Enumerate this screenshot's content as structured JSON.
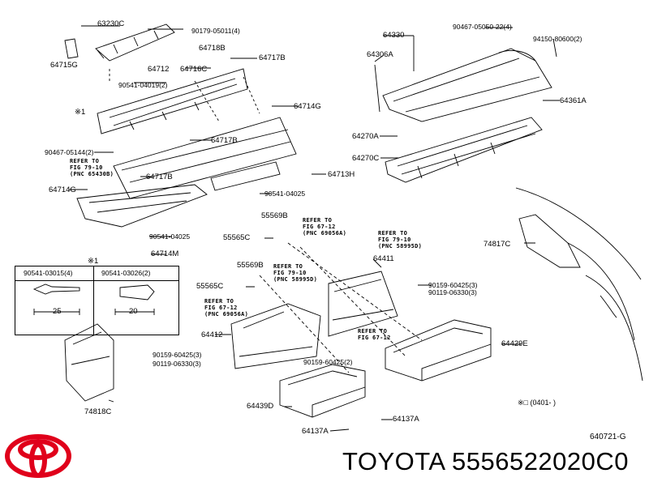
{
  "parts": {
    "p63230C": "63230C",
    "p64715G": "64715G",
    "p90179": "90179-05011(4)",
    "p64718B": "64718B",
    "p64717B_top": "64717B",
    "p64712": "64712",
    "p64716C": "64716C",
    "p90541_04019": "90541-04019(2)",
    "p_mark1": "※1",
    "p64714G_top": "64714G",
    "p90467_05144": "90467-05144(2)",
    "p64717B_mid": "64717B",
    "p64717B_low": "64717B",
    "p64713H": "64713H",
    "p64714G_left": "64714G",
    "p90541_04025_mid": "90541-04025",
    "p90541_04025_low": "90541-04025",
    "p64714M": "64714M",
    "p64330": "64330",
    "p90467_05050": "90467-05050-22(4)",
    "p94150": "94150-80600(2)",
    "p64306A": "64306A",
    "p64361A": "64361A",
    "p64270A": "64270A",
    "p64270C": "64270C",
    "p55569B_top": "55569B",
    "p55565C_top": "55565C",
    "p74817C": "74817C",
    "p64411": "64411",
    "p55569B_mid": "55569B",
    "p55565C_mid": "55565C",
    "p90159_right": "90159-60425(3)",
    "p90119_right": "90119-06330(3)",
    "p64412": "64412",
    "p64429E": "64429E",
    "p90159_left": "90159-60425(3)",
    "p90119_left": "90119-06330(3)",
    "p90159_center": "90159-60425(2)",
    "p64439D": "64439D",
    "p64137A_left": "64137A",
    "p64137A_right": "64137A",
    "p74818C": "74818C"
  },
  "refs": {
    "r1": "REFER TO\nFIG 79-10\n(PNC 65430B)",
    "r2": "REFER TO\nFIG 67-12\n(PNC 69056A)",
    "r3": "REFER TO\nFIG 79-10\n(PNC 58995D)",
    "r4": "REFER TO\nFIG 79-10\n(PNC 58995D)",
    "r5": "REFER TO\nFIG 67-12\n(PNC 69056A)",
    "r6": "REFER TO\nFIG 67-12"
  },
  "legend": {
    "title": "※1",
    "left_part": "90541-03015(4)",
    "right_part": "90541-03026(2)",
    "left_dim": "25",
    "right_dim": "20"
  },
  "note_date": "※□ (0401-      )",
  "drawing_code": "640721-G",
  "footer": "TOYOTA 5556522020C0",
  "colors": {
    "line": "#000000",
    "logo": "#e0001b",
    "background": "#ffffff"
  }
}
